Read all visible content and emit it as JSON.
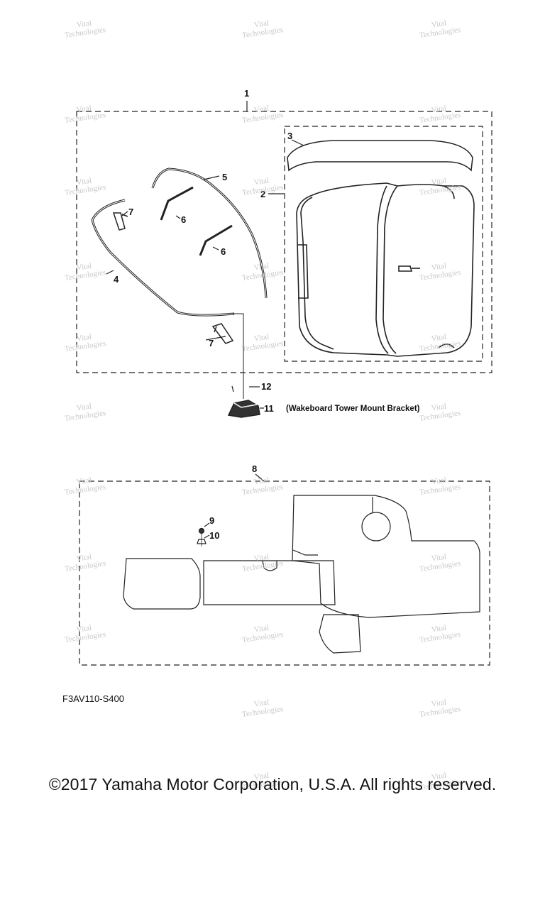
{
  "callouts": {
    "p1": "1",
    "p2": "2",
    "p3": "3",
    "p4": "4",
    "p5": "5",
    "p6a": "6",
    "p6b": "6",
    "p7a": "7",
    "p7b": "7",
    "p8": "8",
    "p9": "9",
    "p10": "10",
    "p11": "11",
    "p12": "12"
  },
  "bracket_note": "(Wakeboard Tower Mount Bracket)",
  "diagram_code": "F3AV110-S400",
  "copyright": "©2017 Yamaha Motor Corporation, U.S.A. All rights reserved.",
  "watermark": {
    "line1": "Vital",
    "line2": "Technologies"
  }
}
